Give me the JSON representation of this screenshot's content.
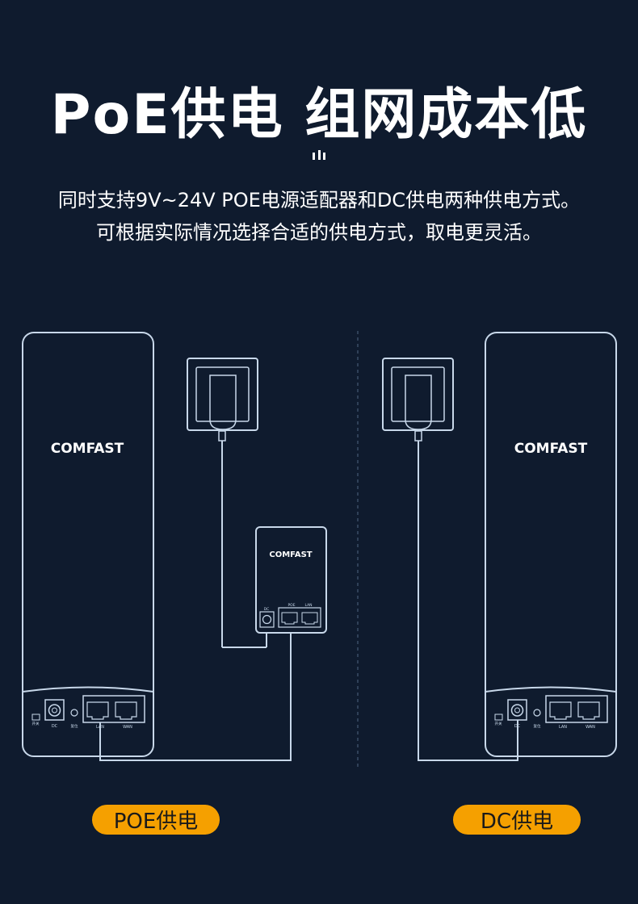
{
  "header": {
    "title": "PoE供电  组网成本低",
    "subtitle_line1": "同时支持9V~24V POE电源适配器和DC供电两种供电方式。",
    "subtitle_line2": "可根据实际情况选择合适的供电方式，取电更灵活。"
  },
  "devices": {
    "brand": "COMFAST",
    "port_dc": "DC",
    "port_lan": "LAN",
    "port_wan": "WAN",
    "port_poe": "POE",
    "reset_label": "复位",
    "switch_label": "开关"
  },
  "labels": {
    "poe": "POE供电",
    "dc": "DC供电"
  },
  "colors": {
    "background": "#0f1b2e",
    "line": "#c8d8ea",
    "pill": "#f5a000"
  }
}
